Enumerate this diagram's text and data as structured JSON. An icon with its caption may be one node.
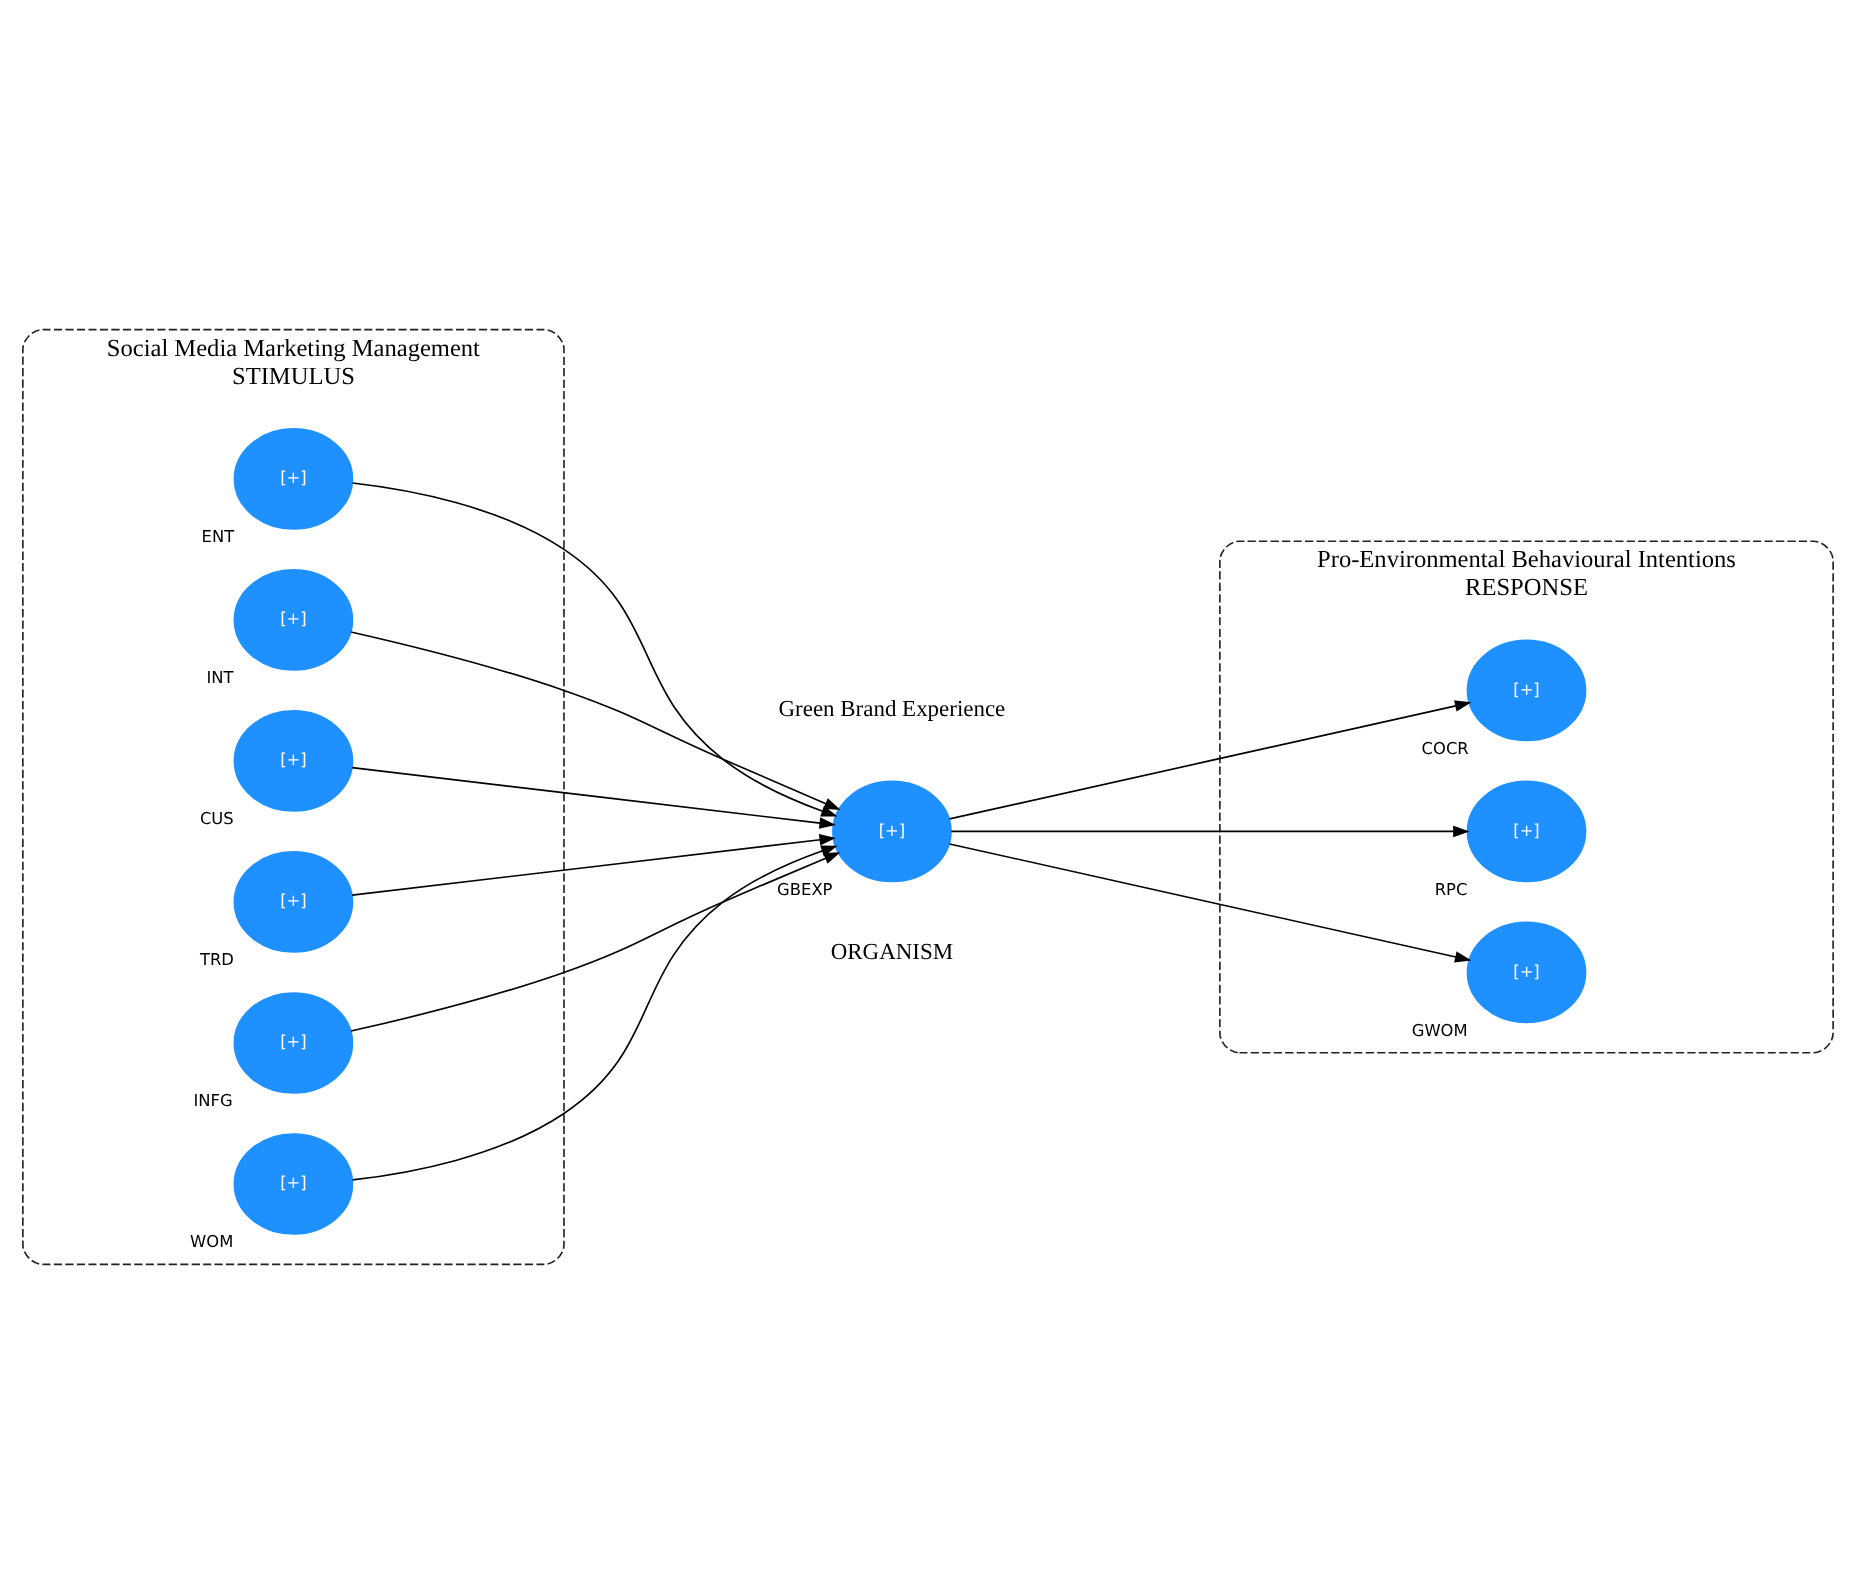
{
  "diagram": {
    "nodes": [
      {
        "text": [
          "Social Media Marketing Management",
          "STIMULUS"
        ]
      },
      {
        "text": [
          "[+]"
        ],
        "beside": [
          "ENT"
        ],
        "in": 0
      },
      {
        "text": [
          "[+]"
        ],
        "beside": [
          "INT"
        ],
        "in": 0
      },
      {
        "text": [
          "[+]"
        ],
        "beside": [
          "CUS"
        ],
        "in": 0
      },
      {
        "text": [
          "[+]"
        ],
        "beside": [
          "TRD"
        ],
        "in": 0
      },
      {
        "text": [
          "[+]"
        ],
        "beside": [
          "INFG"
        ],
        "in": 0
      },
      {
        "text": [
          "[+]"
        ],
        "beside": [
          "WOM"
        ],
        "in": 0
      },
      {
        "text": [
          "[+]"
        ],
        "beside": [
          "GBEXP"
        ]
      },
      {
        "text": [
          "Pro-Environmental Behavioural Intentions",
          "RESPONSE"
        ]
      },
      {
        "text": [
          "[+]"
        ],
        "beside": [
          "COCR"
        ],
        "in": 8
      },
      {
        "text": [
          "[+]"
        ],
        "beside": [
          "RPC"
        ],
        "in": 8
      },
      {
        "text": [
          "[+]"
        ],
        "beside": [
          "GWOM"
        ],
        "in": 8
      }
    ],
    "edges": [
      {
        "from": 1,
        "to": 7,
        "arrow": "to"
      },
      {
        "from": 2,
        "to": 7,
        "arrow": "to"
      },
      {
        "from": 3,
        "to": 7,
        "arrow": "to"
      },
      {
        "from": 4,
        "to": 7,
        "arrow": "to"
      },
      {
        "from": 5,
        "to": 7,
        "arrow": "to"
      },
      {
        "from": 6,
        "to": 7,
        "arrow": "to"
      },
      {
        "from": 7,
        "to": 9,
        "arrow": "to"
      },
      {
        "from": 7,
        "to": 10,
        "arrow": "to"
      },
      {
        "from": 7,
        "to": 11,
        "arrow": "to"
      }
    ],
    "labels": [
      "Green Brand Experience",
      "ORGANISM"
    ]
  }
}
